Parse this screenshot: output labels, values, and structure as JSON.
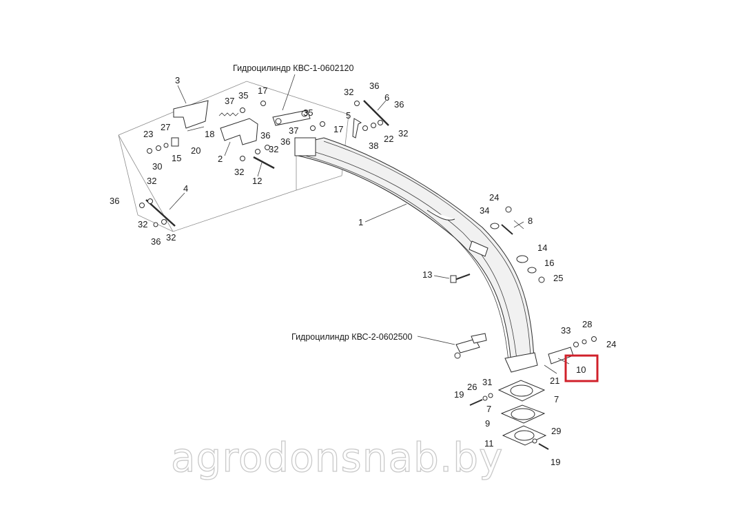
{
  "captions": {
    "cyl1": "Гидроцилиндр КВС-1-0602120",
    "cyl2": "Гидроцилиндр КВС-2-0602500"
  },
  "labels": {
    "l1": "1",
    "l2": "2",
    "l3": "3",
    "l4": "4",
    "l5": "5",
    "l6": "6",
    "l7a": "7",
    "l7b": "7",
    "l8": "8",
    "l9": "9",
    "l10": "10",
    "l11": "11",
    "l12": "12",
    "l13": "13",
    "l14": "14",
    "l15": "15",
    "l16": "16",
    "l17a": "17",
    "l17b": "17",
    "l18": "18",
    "l19a": "19",
    "l19b": "19",
    "l20": "20",
    "l21": "21",
    "l22": "22",
    "l23": "23",
    "l24a": "24",
    "l24b": "24",
    "l25": "25",
    "l26": "26",
    "l27": "27",
    "l28": "28",
    "l29": "29",
    "l30": "30",
    "l31": "31",
    "l32a": "32",
    "l32b": "32",
    "l32c": "32",
    "l32d": "32",
    "l32e": "32",
    "l32f": "32",
    "l32g": "32",
    "l33": "33",
    "l34": "34",
    "l35a": "35",
    "l35b": "35",
    "l36a": "36",
    "l36b": "36",
    "l36c": "36",
    "l36d": "36",
    "l36e": "36",
    "l36f": "36",
    "l37a": "37",
    "l37b": "37",
    "l38": "38"
  },
  "watermark": "agrodonsnab.by",
  "highlight": {
    "label": "10",
    "color": "#d0202a"
  }
}
